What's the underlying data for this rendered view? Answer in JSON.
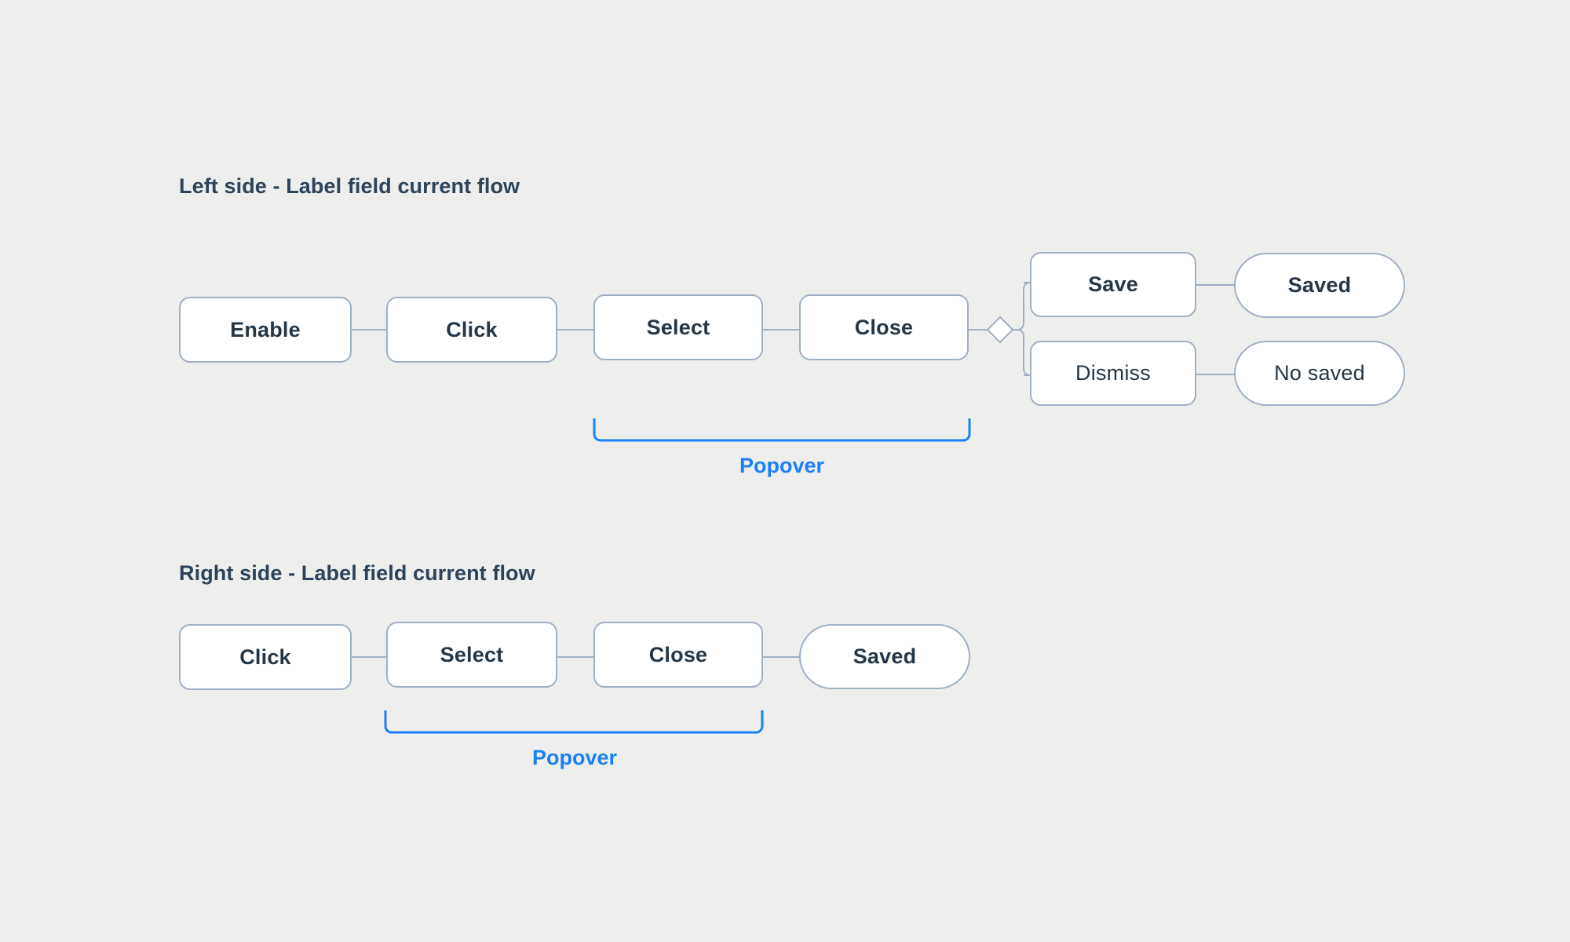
{
  "meta": {
    "background_color": "#eeeeec",
    "node_border_color": "#9fb0c4",
    "node_fill_color": "#ffffff",
    "node_text_color": "#253746",
    "connector_color": "#9fb0c4",
    "accent_color": "#1a80f4"
  },
  "sections": [
    {
      "id": "left-side",
      "title": "Left side - Label field current flow",
      "nodes": [
        {
          "id": "enable",
          "label": "Enable",
          "shape": "rect"
        },
        {
          "id": "click",
          "label": "Click",
          "shape": "rect"
        },
        {
          "id": "select",
          "label": "Select",
          "shape": "rect"
        },
        {
          "id": "close",
          "label": "Close",
          "shape": "rect"
        },
        {
          "id": "save",
          "label": "Save",
          "shape": "rect"
        },
        {
          "id": "dismiss",
          "label": "Dismiss",
          "shape": "rect"
        },
        {
          "id": "saved",
          "label": "Saved",
          "shape": "pill"
        },
        {
          "id": "no-saved",
          "label": "No saved",
          "shape": "pill"
        }
      ],
      "branch": {
        "id": "decision-diamond",
        "shape": "diamond"
      },
      "annotation": {
        "id": "popover-bracket",
        "label": "Popover",
        "spans": [
          "select",
          "close"
        ]
      }
    },
    {
      "id": "right-side",
      "title": "Right side - Label field current flow",
      "nodes": [
        {
          "id": "click2",
          "label": "Click",
          "shape": "rect"
        },
        {
          "id": "select2",
          "label": "Select",
          "shape": "rect"
        },
        {
          "id": "close2",
          "label": "Close",
          "shape": "rect"
        },
        {
          "id": "saved2",
          "label": "Saved",
          "shape": "pill"
        }
      ],
      "annotation": {
        "id": "popover-bracket-2",
        "label": "Popover",
        "spans": [
          "select2",
          "close2"
        ]
      }
    }
  ]
}
